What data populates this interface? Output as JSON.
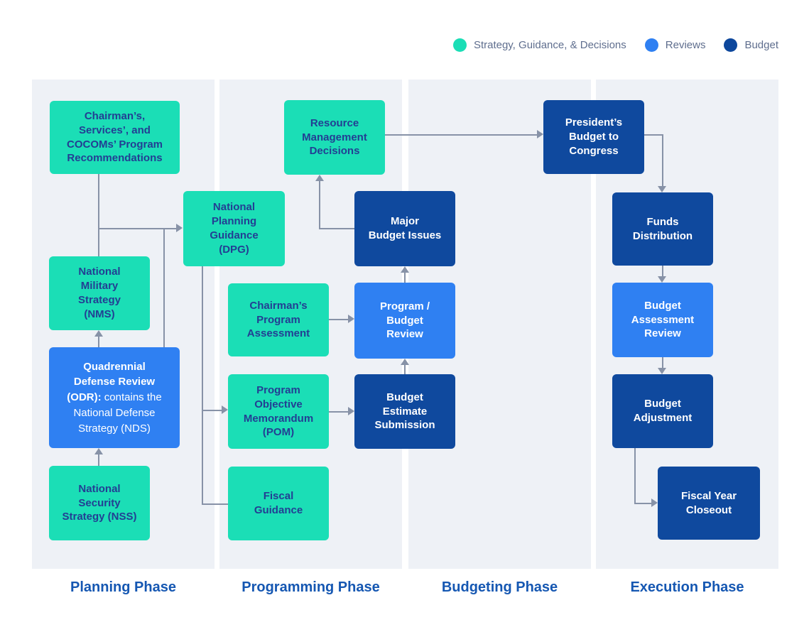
{
  "legend": {
    "items": [
      {
        "id": "strategy",
        "label": "Strategy, Guidance, & Decisions",
        "color": "#1BDEB6"
      },
      {
        "id": "reviews",
        "label": "Reviews",
        "color": "#2F80F2"
      },
      {
        "id": "budget",
        "label": "Budget",
        "color": "#0D479C"
      }
    ]
  },
  "phases": [
    {
      "label": "Planning Phase"
    },
    {
      "label": "Programming Phase"
    },
    {
      "label": "Budgeting Phase"
    },
    {
      "label": "Execution Phase"
    }
  ],
  "nodes": {
    "chairmans": {
      "label": "Chairman’s,\nServices’, and\nCOCOMs’ Program\nRecommendations",
      "category": "strategy"
    },
    "dpg": {
      "label": "National\nPlanning\nGuidance\n(DPG)",
      "category": "strategy"
    },
    "nms": {
      "label": "National\nMilitary\nStrategy\n(NMS)",
      "category": "strategy"
    },
    "qdr": {
      "label_bold": "Quadrennial\nDefense Review\n(ODR):",
      "label_rest": " contains the\nNational Defense\nStrategy (NDS)",
      "category": "reviews"
    },
    "nss": {
      "label": "National\nSecurity\nStrategy (NSS)",
      "category": "strategy"
    },
    "rmd": {
      "label": "Resource\nManagement\nDecisions",
      "category": "strategy"
    },
    "mbi": {
      "label": "Major\nBudget Issues",
      "category": "budget"
    },
    "cpa": {
      "label": "Chairman’s\nProgram\nAssessment",
      "category": "strategy"
    },
    "pbr": {
      "label": "Program /\nBudget\nReview",
      "category": "reviews"
    },
    "pom": {
      "label": "Program\nObjective\nMemorandum\n(POM)",
      "category": "strategy"
    },
    "bes": {
      "label": "Budget\nEstimate\nSubmission",
      "category": "budget"
    },
    "fg": {
      "label": "Fiscal\nGuidance",
      "category": "strategy"
    },
    "pbc": {
      "label": "President’s\nBudget to\nCongress",
      "category": "budget"
    },
    "fd": {
      "label": "Funds\nDistribution",
      "category": "budget"
    },
    "bar": {
      "label": "Budget\nAssessment\nReview",
      "category": "reviews"
    },
    "ba": {
      "label": "Budget\nAdjustment",
      "category": "budget"
    },
    "fyc": {
      "label": "Fiscal Year\nCloseout",
      "category": "budget"
    }
  },
  "colors": {
    "strategy": "#1BDEB6",
    "reviews": "#2F80F2",
    "budget": "#0F499E",
    "panel": "#EEF1F6",
    "connector": "#8792A7",
    "phase_label": "#1557B2",
    "teal_box_text": "#233E93"
  }
}
